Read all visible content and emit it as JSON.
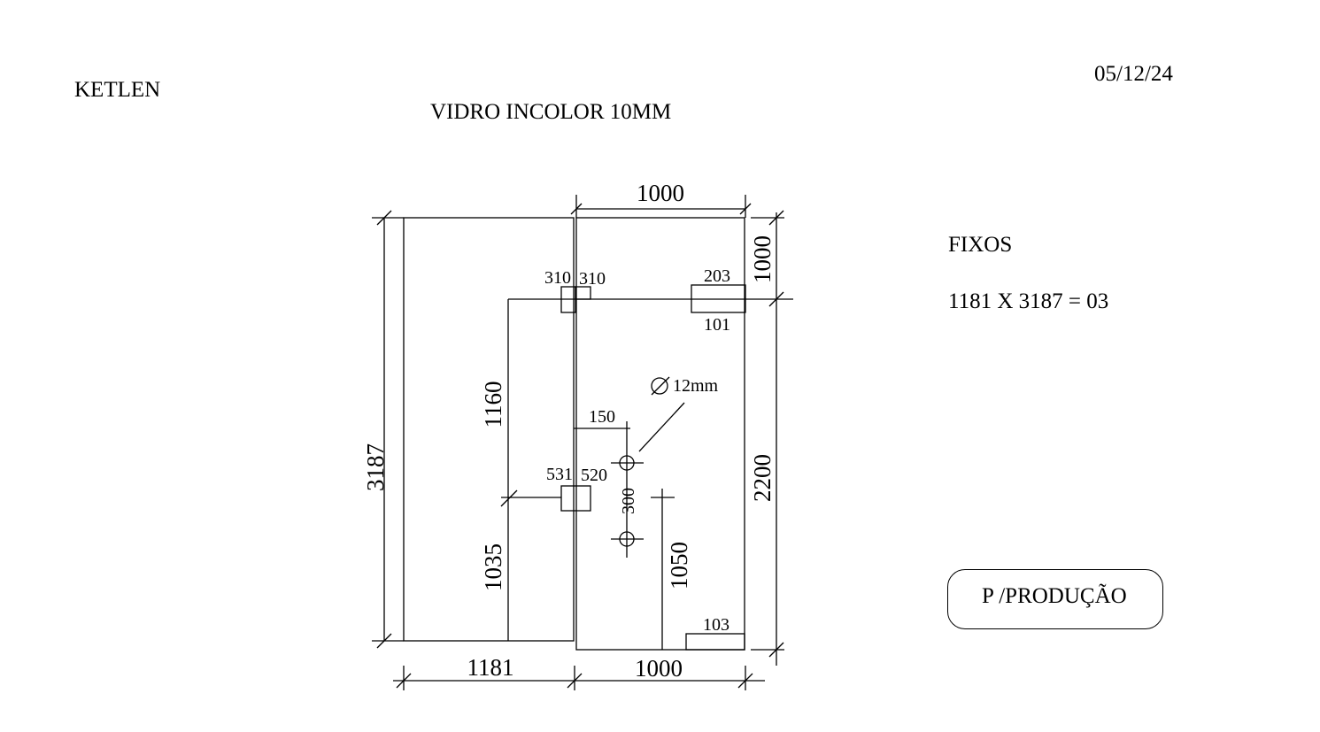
{
  "header": {
    "client": "KETLEN",
    "date": "05/12/24",
    "title": "VIDRO INCOLOR 10MM"
  },
  "specs": {
    "fixos_label": "FIXOS",
    "fixos_spec": "1181 X 3187 = 03"
  },
  "production_badge": "P /PRODUÇÃO",
  "drawing": {
    "dim_top_width": "1000",
    "dim_left_height": "3187",
    "dim_right_top": "1000",
    "dim_right_bottom": "2200",
    "dim_bottom_left": "1181",
    "dim_bottom_right": "1000",
    "dim_1160": "1160",
    "dim_1035": "1035",
    "dim_1050": "1050",
    "hinge_top_left": "310",
    "hinge_top_right": "310",
    "hinge_mid_left": "531",
    "hinge_mid_right": "520",
    "corner_top_above": "203",
    "corner_top_below": "101",
    "corner_bottom": "103",
    "hole_offset": "150",
    "hole_spacing": "300",
    "hole_diameter": "12mm"
  }
}
